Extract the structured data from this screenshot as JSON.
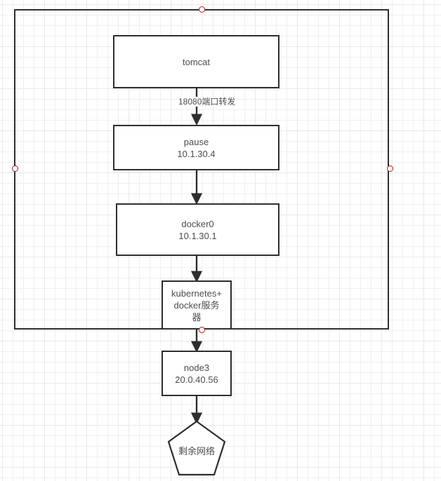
{
  "diagram": {
    "title": "kubernetes docker network topology",
    "background": {
      "grid": true,
      "minor_grid_color": "#efefef",
      "major_grid_color": "#e8e8e8"
    },
    "stroke_color": "#2e2e2e",
    "text_color": "#4d4d4d",
    "handle_color": "#a02020",
    "group": {
      "name": "host-boundary",
      "label": ""
    },
    "nodes": [
      {
        "id": "tomcat",
        "shape": "rect",
        "lines": [
          "tomcat"
        ]
      },
      {
        "id": "pause",
        "shape": "rect",
        "lines": [
          "pause",
          "10.1.30.4"
        ]
      },
      {
        "id": "docker0",
        "shape": "rect",
        "lines": [
          "docker0",
          "10.1.30.1"
        ]
      },
      {
        "id": "kubernetes",
        "shape": "rect",
        "lines": [
          "kubernetes+",
          "docker服务",
          "器"
        ]
      },
      {
        "id": "node3",
        "shape": "rect",
        "lines": [
          "node3",
          "20.0.40.56"
        ]
      },
      {
        "id": "rest-net",
        "shape": "pentagon",
        "lines": [
          "剩余网络"
        ]
      }
    ],
    "edges": [
      {
        "from": "tomcat",
        "to": "pause",
        "label": "18080端口转发"
      },
      {
        "from": "pause",
        "to": "docker0",
        "label": ""
      },
      {
        "from": "docker0",
        "to": "kubernetes",
        "label": ""
      },
      {
        "from": "kubernetes",
        "to": "node3",
        "label": ""
      },
      {
        "from": "node3",
        "to": "rest-net",
        "label": ""
      }
    ],
    "handles": [
      {
        "id": "handle-top",
        "position": "top-center-of-group"
      },
      {
        "id": "handle-left",
        "position": "left-middle-of-group"
      },
      {
        "id": "handle-right",
        "position": "right-middle-of-group"
      },
      {
        "id": "handle-bottom",
        "position": "below-kubernetes-box"
      }
    ]
  }
}
